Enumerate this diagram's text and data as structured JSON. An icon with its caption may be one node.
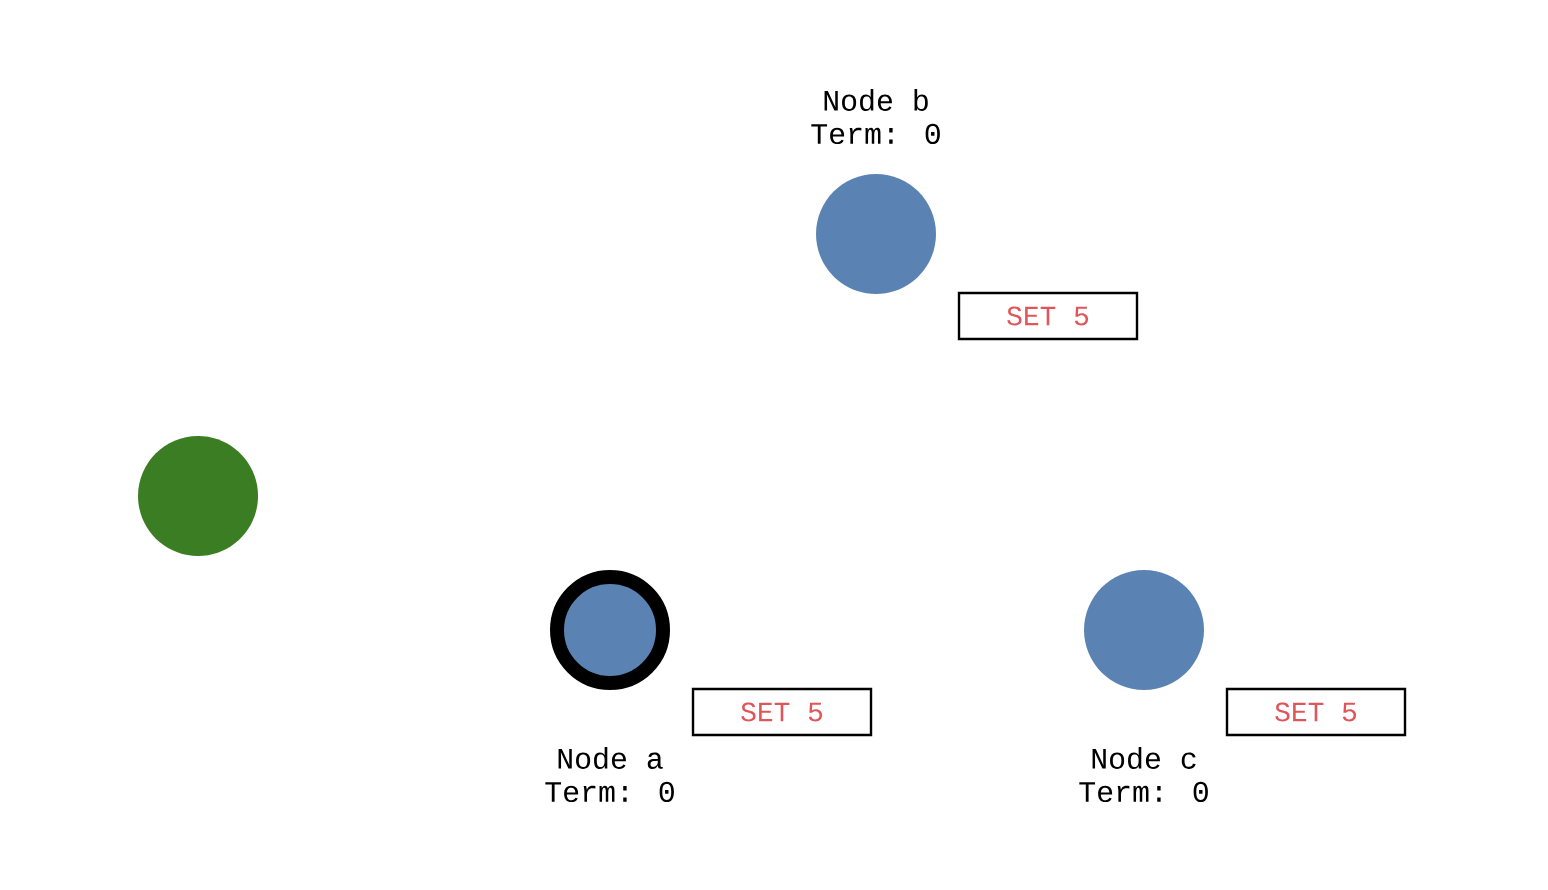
{
  "diagram": {
    "nodes": [
      {
        "text": [],
        "shape": "circle",
        "beside": [
          "Node b",
          "Term: 0"
        ]
      },
      {
        "text": [
          "SET 5"
        ]
      },
      {
        "text": [],
        "shape": "circle"
      },
      {
        "text": [],
        "shape": "circle",
        "beside": [
          "Node a",
          "Term: 0"
        ]
      },
      {
        "text": [
          "SET 5"
        ]
      },
      {
        "text": [],
        "shape": "circle",
        "beside": [
          "Node c",
          "Term: 0"
        ]
      },
      {
        "text": [
          "SET 5"
        ]
      }
    ]
  }
}
